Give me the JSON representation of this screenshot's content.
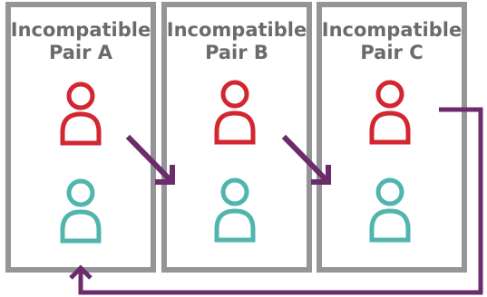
{
  "colors": {
    "box_border": "#959497",
    "title_text": "#6b6b6d",
    "recipient_person": "#d22630",
    "donor_person": "#4fb5ad",
    "arrow": "#6b2c6b"
  },
  "pairs": [
    {
      "title_line1": "Incompatible",
      "title_line2": "Pair A",
      "person_top": "person-icon",
      "person_bottom": "person-icon"
    },
    {
      "title_line1": "Incompatible",
      "title_line2": "Pair B",
      "person_top": "person-icon",
      "person_bottom": "person-icon"
    },
    {
      "title_line1": "Incompatible",
      "title_line2": "Pair C",
      "person_top": "person-icon",
      "person_bottom": "person-icon"
    }
  ]
}
